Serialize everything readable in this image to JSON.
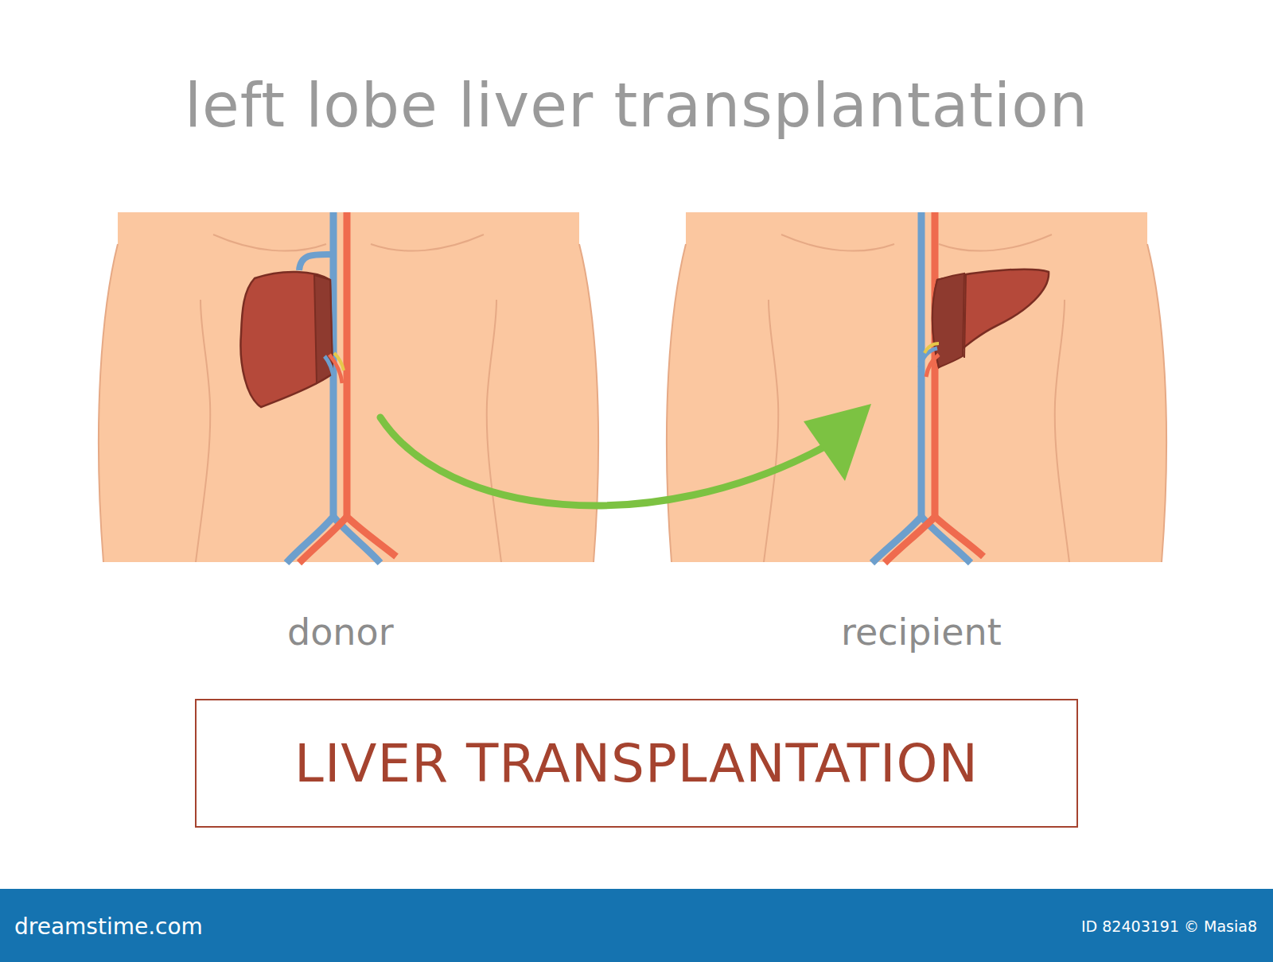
{
  "diagram": {
    "title": "left lobe liver transplantation",
    "nodes": [
      {
        "text": [
          "LIVER TRANSPLANTATION"
        ]
      }
    ],
    "labels": [
      "donor",
      "recipient",
      "dreamstime.com",
      "ID 82403191 © Masia8"
    ]
  }
}
